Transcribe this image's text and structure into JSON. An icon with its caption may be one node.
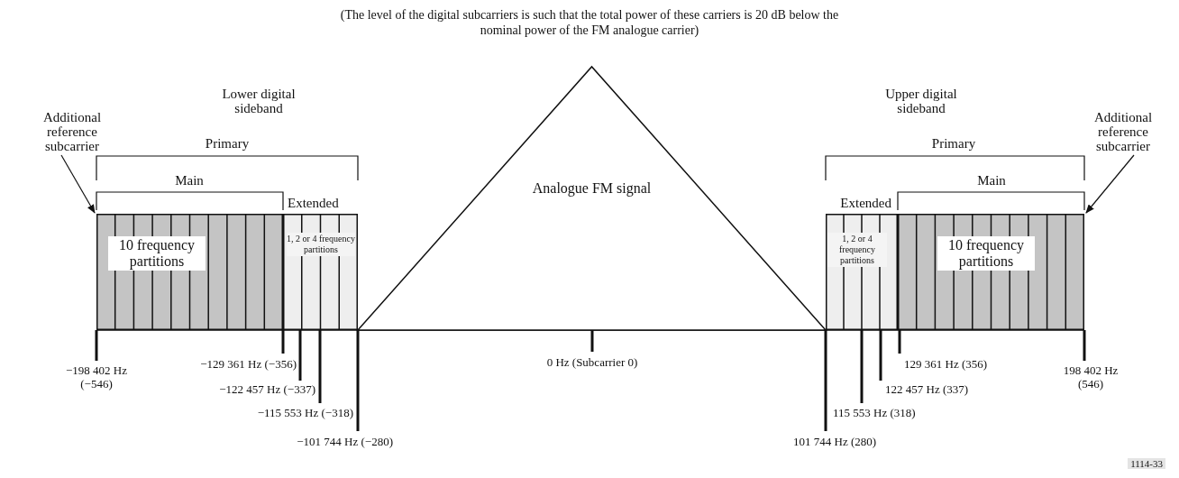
{
  "diagram": {
    "title": "(The level of the digital subcarriers is such that the total power of these carriers is 20 dB below the nominal power of the FM analogue carrier)",
    "nodes": [
      {
        "text": [
          "Additional reference subcarrier"
        ]
      },
      {
        "text": [
          "10 frequency partitions"
        ]
      },
      {
        "text": [
          "1, 2 or 4 frequency partitions"
        ]
      },
      {
        "text": [
          "Analogue FM signal"
        ]
      },
      {
        "text": [
          "1, 2 or 4 frequency partitions"
        ]
      },
      {
        "text": [
          "10 frequency partitions"
        ]
      },
      {
        "text": [
          "Additional reference subcarrier"
        ]
      },
      {
        "text": [
          "−198 402 Hz (−546)"
        ]
      },
      {
        "text": [
          "−129 361 Hz (−356)"
        ]
      },
      {
        "text": [
          "−122 457 Hz (−337)"
        ]
      },
      {
        "text": [
          "−115 553 Hz (−318)"
        ]
      },
      {
        "text": [
          "−101 744 Hz (−280)"
        ]
      },
      {
        "text": [
          "0 Hz (Subcarrier 0)"
        ]
      },
      {
        "text": [
          "129 361 Hz (356)"
        ]
      },
      {
        "text": [
          "198 402 Hz (546)"
        ]
      },
      {
        "text": [
          "122 457 Hz (337)"
        ]
      },
      {
        "text": [
          "115 553 Hz (318)"
        ]
      },
      {
        "text": [
          "101 744 Hz (280)"
        ]
      }
    ],
    "edges": [
      {
        "from": 0,
        "to": 1,
        "arrow": "to"
      },
      {
        "from": 6,
        "to": 5,
        "arrow": "to"
      },
      {
        "from": 7,
        "to": 1,
        "arrow": "none"
      },
      {
        "from": 8,
        "to": 2,
        "arrow": "none"
      },
      {
        "from": 9,
        "to": 2,
        "arrow": "none"
      },
      {
        "from": 10,
        "to": 2,
        "arrow": "none"
      },
      {
        "from": 11,
        "to": 2,
        "arrow": "none"
      },
      {
        "from": 12,
        "to": 3,
        "arrow": "none"
      },
      {
        "from": 13,
        "to": 4,
        "arrow": "none"
      },
      {
        "from": 14,
        "to": 5,
        "arrow": "none"
      },
      {
        "from": 15,
        "to": 4,
        "arrow": "none"
      },
      {
        "from": 16,
        "to": 4,
        "arrow": "none"
      },
      {
        "from": 17,
        "to": 4,
        "arrow": "none"
      }
    ],
    "labels": [
      "Lower digital sideband",
      "Upper digital sideband",
      "Primary",
      "Primary",
      "Main",
      "Main",
      "Extended",
      "Extended",
      "1114-33"
    ]
  }
}
